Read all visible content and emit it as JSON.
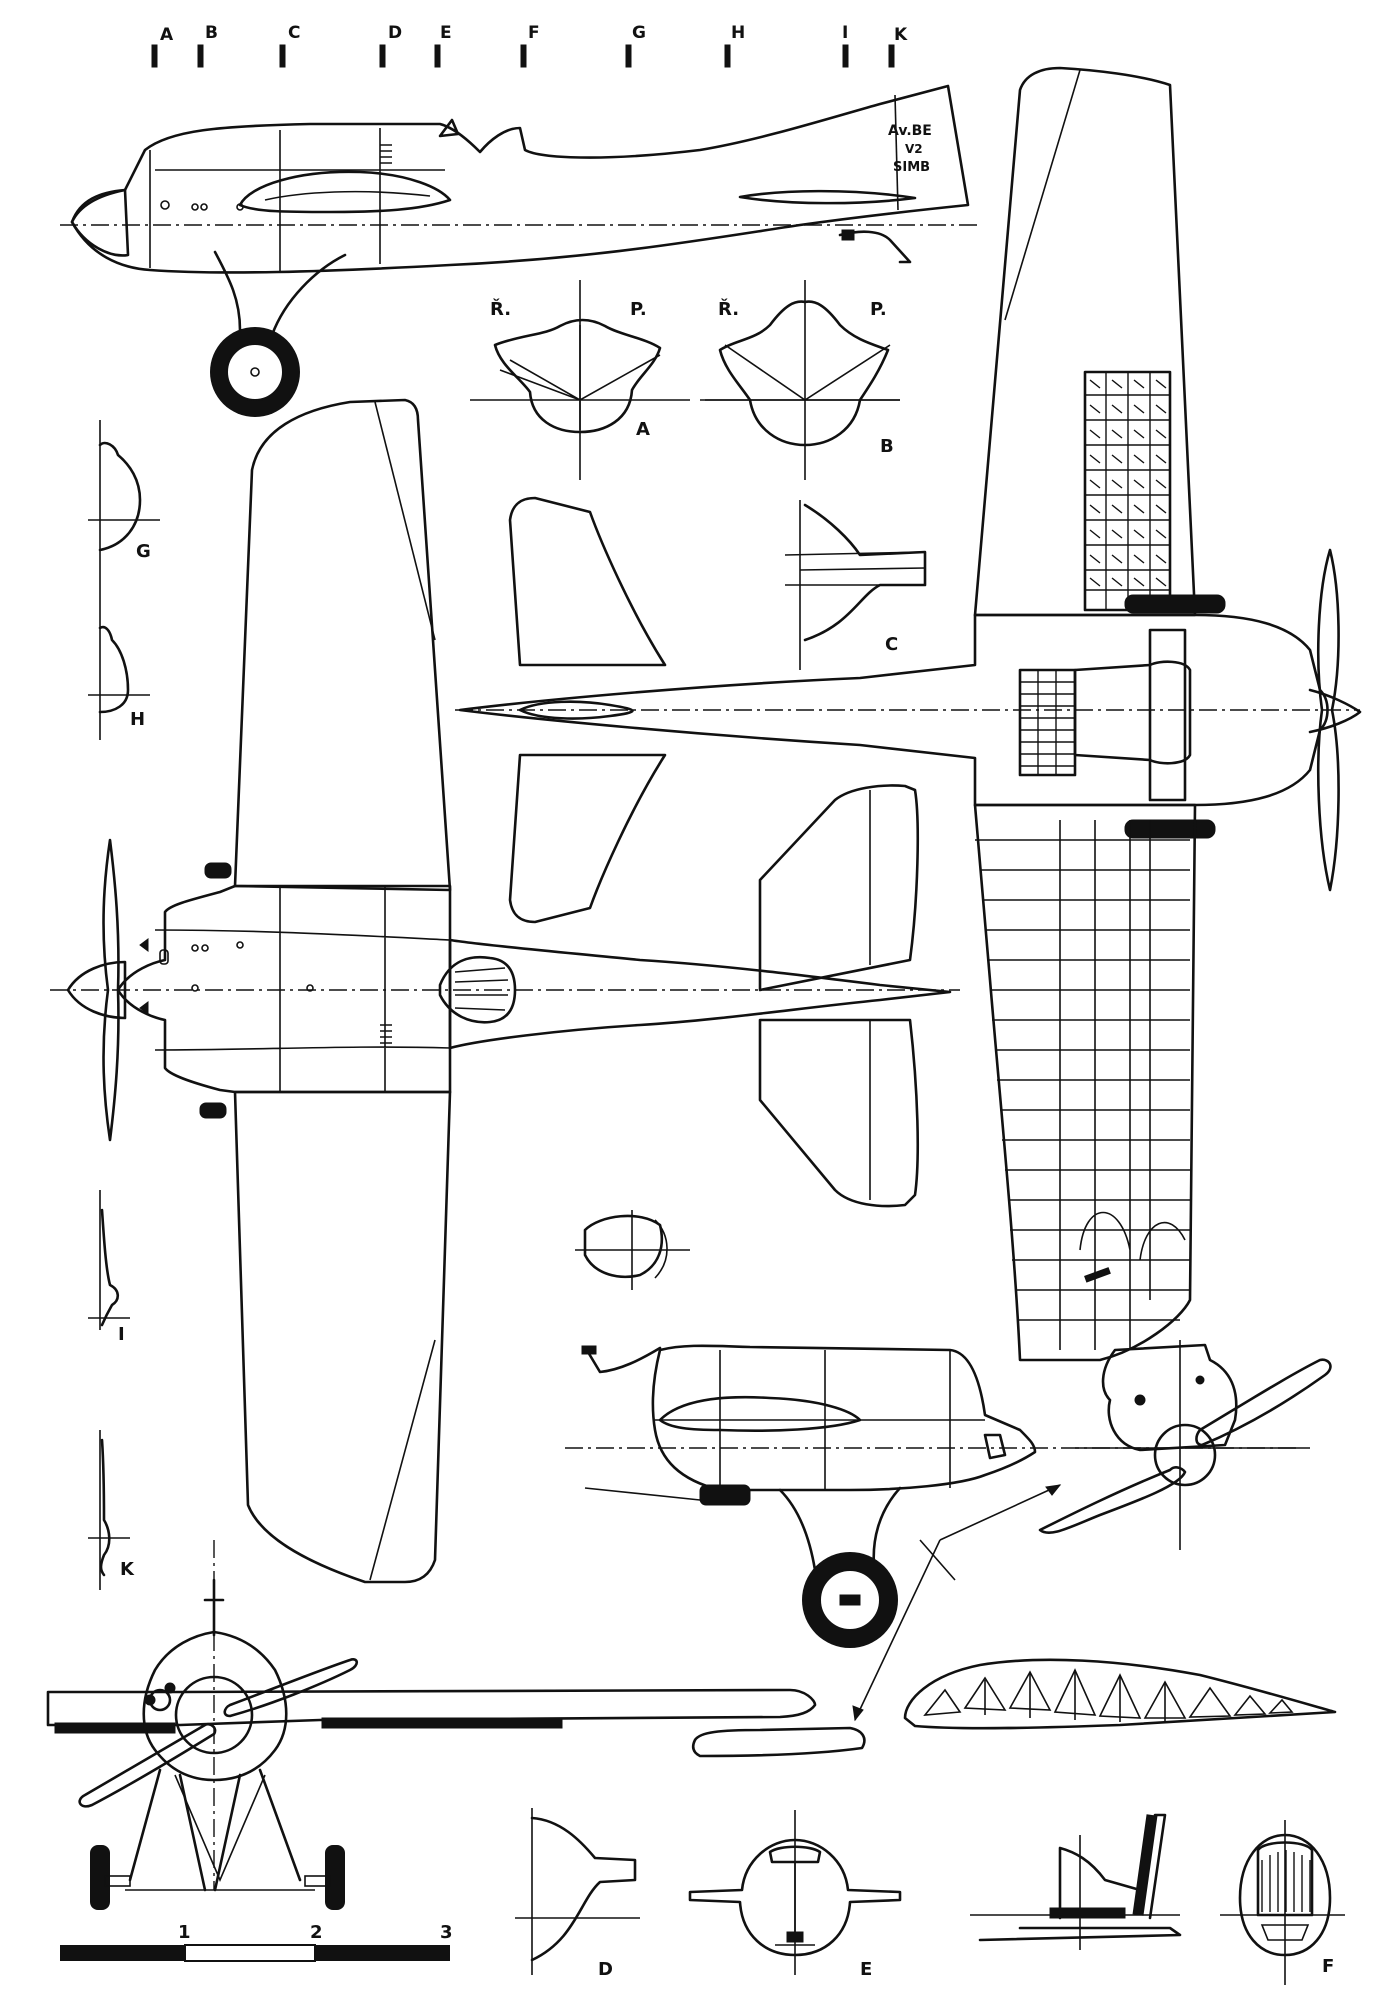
{
  "station_markers": [
    "A",
    "B",
    "C",
    "D",
    "E",
    "F",
    "G",
    "H",
    "I",
    "K"
  ],
  "fuselage_registration": [
    "Av.BE",
    "V2",
    "SIMB"
  ],
  "section_side_labels": {
    "left": "Ř.",
    "right": "P."
  },
  "section_labels": {
    "A": "A",
    "B": "B",
    "C": "C",
    "D": "D",
    "E": "E",
    "F": "F",
    "G": "G",
    "H": "H",
    "I": "I",
    "K": "K"
  },
  "scale_bar": {
    "ticks": [
      "1",
      "2",
      "3"
    ]
  },
  "colors": {
    "ink": "#111111",
    "paper": "#ffffff"
  }
}
